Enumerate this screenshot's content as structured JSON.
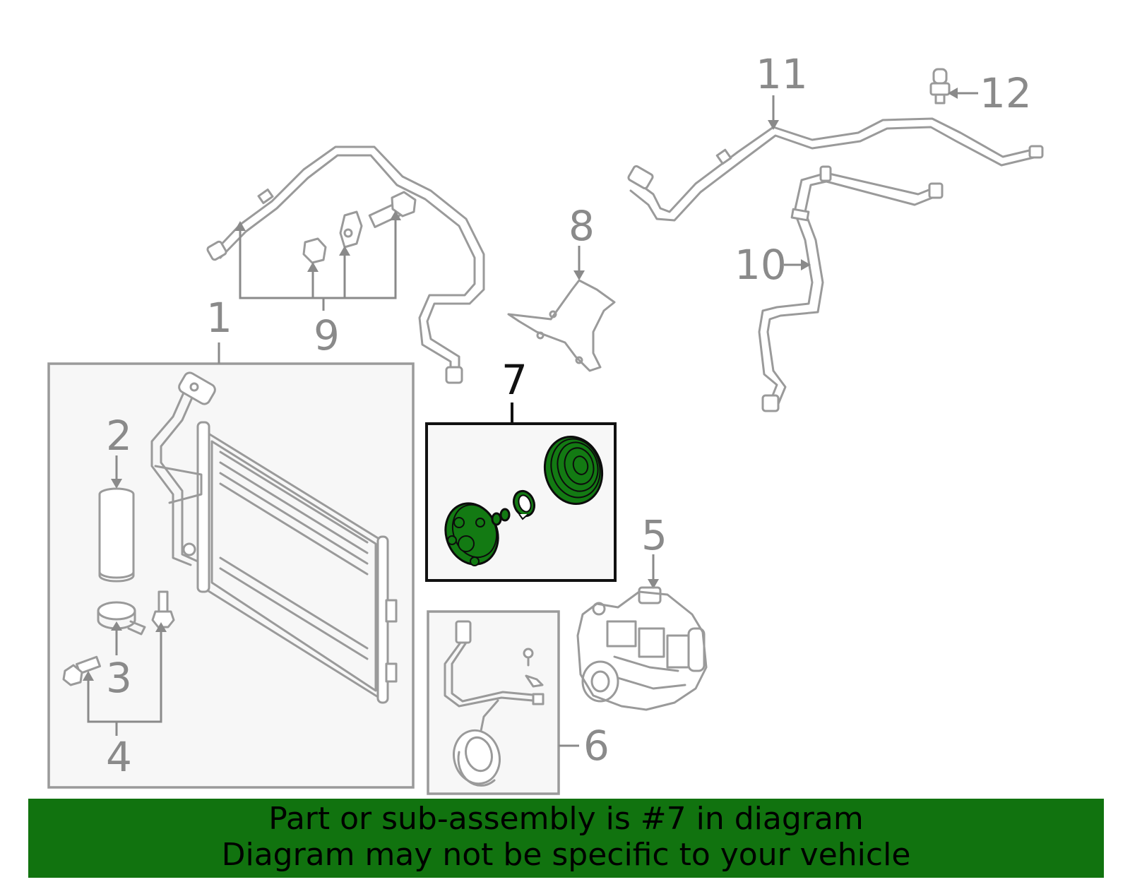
{
  "diagram": {
    "callouts": [
      "1",
      "2",
      "3",
      "4",
      "5",
      "6",
      "7",
      "8",
      "9",
      "10",
      "11",
      "12"
    ],
    "highlighted_callout": "7",
    "highlight_color": "#137a13",
    "line_color": "#9a9a9a"
  },
  "banner": {
    "line1": "Part or sub-assembly is #7 in diagram",
    "line2": "Diagram may not be specific to your vehicle",
    "background": "#11730f"
  }
}
